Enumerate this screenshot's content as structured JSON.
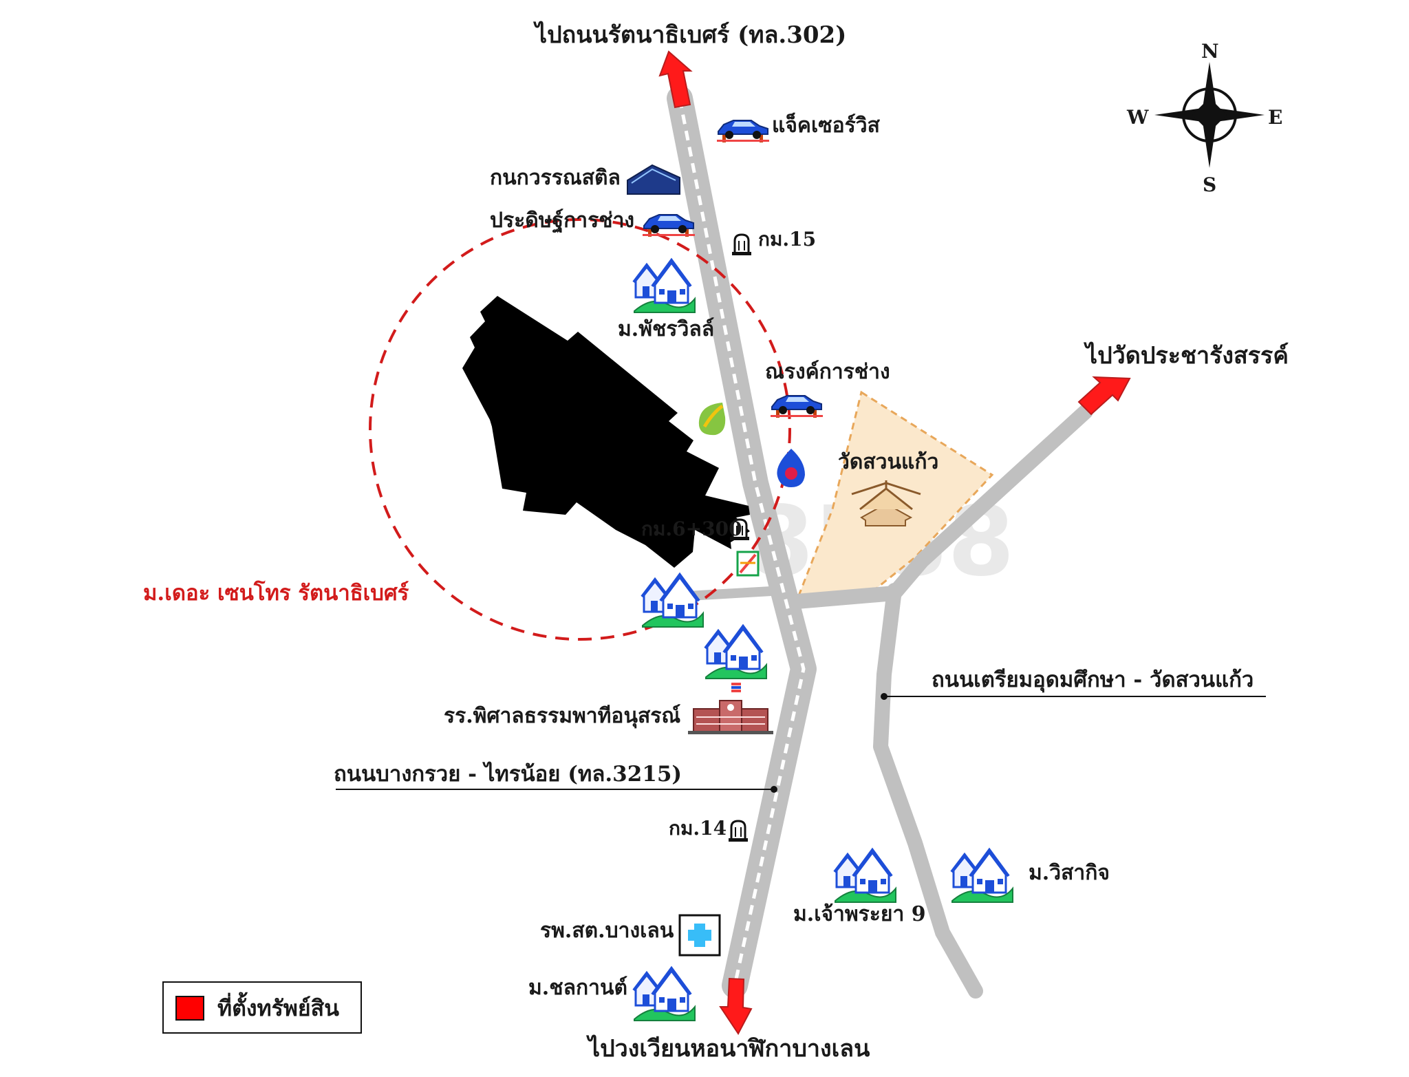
{
  "colors": {
    "road": "#c0c0c0",
    "property": "#ff0000",
    "direction_arrow": "#ff1a1a",
    "radius_circle": "#d21b1b",
    "temple_area": "#fbe8cc",
    "village_green": "#22c55e",
    "house_blue": "#1d4ed8"
  },
  "directions": {
    "north_road": "ไปถนนรัตนาธิเบศร์ (ทล.302)",
    "east_road": "ไปวัดประชารังสรรค์",
    "south_road": "ไปวงเวียนหอนาฬิกาบางเลน"
  },
  "roads": {
    "main": "ถนนบางกรวย - ไทรน้อย (ทล.3215)",
    "branch": "ถนนเตรียมอุดมศึกษา - วัดสวนแก้ว"
  },
  "km_markers": [
    "กม.15",
    "กม.6+300",
    "กม.14"
  ],
  "landmarks": {
    "jack_service": "แจ็คเซอร์วิส",
    "kanok_wan": "กนกวรรณสติล",
    "pradit": "ประดิษฐ์การช่าง",
    "phatchara_ville": "ม.พัชรวิลล์",
    "narong": "ณรงค์การช่าง",
    "wat_suan_kaeo": "วัดสวนแก้ว",
    "the_centro": "ม.เดอะ เซนโทร รัตนาธิเบศร์",
    "school": "รร.พิศาลธรรมพาทีอนุสรณ์",
    "chao_phraya": "ม.เจ้าพระยา 9",
    "wisakit": "ม.วิสากิจ",
    "health_center": "รพ.สต.บางเลน",
    "chonlakan": "ม.ชลกานต์"
  },
  "compass": {
    "n": "N",
    "s": "S",
    "e": "E",
    "w": "W"
  },
  "legend": {
    "label": "ที่ตั้งทรัพย์สิน"
  },
  "watermark": "8588"
}
